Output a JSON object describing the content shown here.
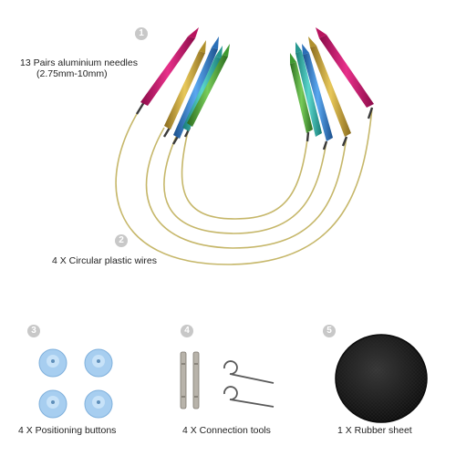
{
  "items": [
    {
      "number": "1",
      "text": "13 Pairs aluminium needles",
      "subtext": "(2.75mm-10mm)"
    },
    {
      "number": "2",
      "text": "4 X Circular plastic wires"
    },
    {
      "number": "3",
      "text": "4 X Positioning buttons"
    },
    {
      "number": "4",
      "text": "4 X Connection tools"
    },
    {
      "number": "5",
      "text": "1 X Rubber sheet"
    }
  ],
  "colors": {
    "wire": "#c8b86a",
    "needle_pink": "#d0156e",
    "needle_gold": "#c9a13a",
    "needle_blue": "#2f7fd0",
    "needle_teal": "#2fb0a8",
    "needle_green": "#4aa83a",
    "button": "#9cc8ec",
    "rubber": "#1a1a1a"
  }
}
